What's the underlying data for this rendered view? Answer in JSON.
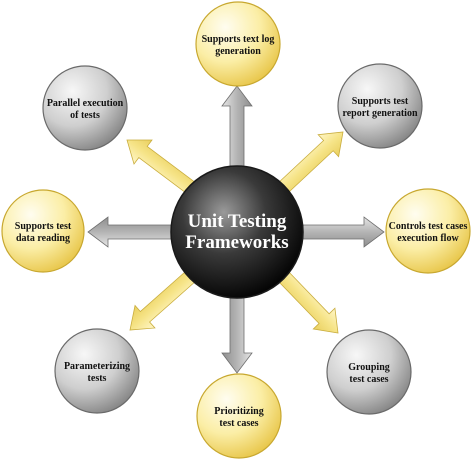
{
  "center": {
    "label_line1": "Unit Testing",
    "label_line2": "Frameworks"
  },
  "nodes": [
    {
      "id": "text-log",
      "line1": "Supports text log",
      "line2": "generation",
      "style": "yellow"
    },
    {
      "id": "report",
      "line1": "Supports test",
      "line2": "report generation",
      "style": "gray"
    },
    {
      "id": "exec-flow",
      "line1": "Controls test cases",
      "line2": "execution flow",
      "style": "yellow"
    },
    {
      "id": "grouping",
      "line1": "Grouping",
      "line2": "test cases",
      "style": "gray"
    },
    {
      "id": "prioritizing",
      "line1": "Prioritizing",
      "line2": "test cases",
      "style": "yellow"
    },
    {
      "id": "parameterizing",
      "line1": "Parameterizing",
      "line2": "tests",
      "style": "gray"
    },
    {
      "id": "data-reading",
      "line1": "Supports test",
      "line2": "data reading",
      "style": "yellow"
    },
    {
      "id": "parallel",
      "line1": "Parallel execution",
      "line2": "of tests",
      "style": "gray"
    }
  ],
  "colors": {
    "yellow_light": "#fffbe0",
    "yellow_dark": "#f0d060",
    "gray_light": "#f2f2f2",
    "gray_dark": "#8c8c8c",
    "center_light": "#8a8a8a",
    "center_dark": "#050505",
    "arrow_yellow": "#f3e38a",
    "arrow_gray": "#a9a9a9"
  }
}
